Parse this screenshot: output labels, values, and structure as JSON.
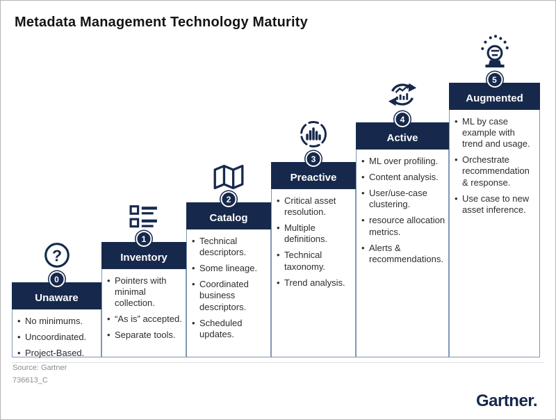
{
  "title": "Metadata Management Technology Maturity",
  "footer": {
    "source": "Source: Gartner",
    "doc_id": "736613_C",
    "logo": "Gartner."
  },
  "colors": {
    "navy": "#16294c",
    "steel_border": "#7f97b2",
    "body_text": "#2d2d2d",
    "muted_text": "#8c8c8c"
  },
  "stages": [
    {
      "number": "0",
      "title": "Unaware",
      "icon": "question-icon",
      "bullets": [
        "No minimums.",
        "Uncoordinated.",
        "Project-Based."
      ]
    },
    {
      "number": "1",
      "title": "Inventory",
      "icon": "checklist-icon",
      "bullets": [
        "Pointers with minimal collection.",
        "“As is” accepted.",
        "Separate tools."
      ]
    },
    {
      "number": "2",
      "title": "Catalog",
      "icon": "map-icon",
      "bullets": [
        "Technical descriptors.",
        "Some lineage.",
        "Coordinated business descriptors.",
        "Scheduled updates."
      ]
    },
    {
      "number": "3",
      "title": "Preactive",
      "icon": "bar-chart-icon",
      "bullets": [
        "Critical asset resolution.",
        "Multiple definitions.",
        "Technical taxonomy.",
        "Trend analysis."
      ]
    },
    {
      "number": "4",
      "title": "Active",
      "icon": "sync-chart-icon",
      "bullets": [
        "ML over profiling.",
        "Content analysis.",
        "User/use-case clustering.",
        "resource allocation metrics.",
        "Alerts & recommendations."
      ]
    },
    {
      "number": "5",
      "title": "Augmented",
      "icon": "ai-head-icon",
      "bullets": [
        "ML by case example with trend and usage.",
        "Orchestrate recommendation & response.",
        "Use case to new asset inference."
      ]
    }
  ]
}
